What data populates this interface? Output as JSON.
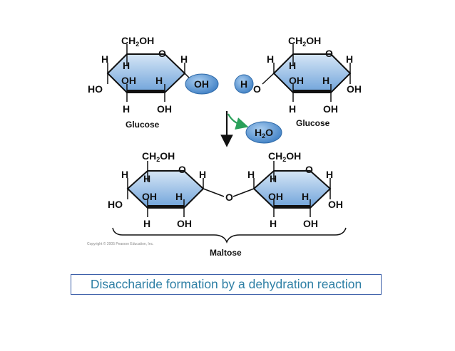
{
  "atoms": {
    "ch2": "CH",
    "sub2": "2",
    "oh_suffix": "OH",
    "o": "O",
    "h": "H",
    "oh": "OH",
    "ho": "HO"
  },
  "labels": {
    "glucose_left": "Glucose",
    "glucose_right": "Glucose",
    "water_h": "H",
    "water_2": "2",
    "water_o": "O",
    "maltose": "Maltose",
    "copyright": "Copyright © 2005 Pearson Education, Inc."
  },
  "caption": "Disaccharide formation by a dehydration reaction",
  "colors": {
    "ring_fill": "#7aaee0",
    "ring_fill_light": "#c9def3",
    "bubble": "#4f8fd0",
    "arrow_green": "#2aa05a",
    "caption_text": "#2e7fa5",
    "caption_border": "#3b5ea8"
  }
}
